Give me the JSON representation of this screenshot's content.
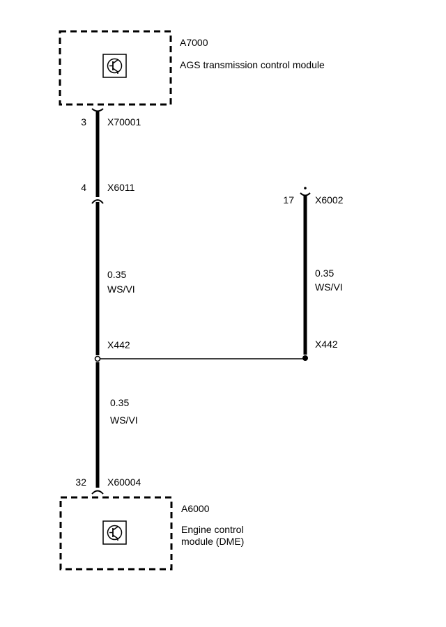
{
  "modules": {
    "top": {
      "code": "A7000",
      "name": "AGS transmission control module",
      "icon": "transistor-icon"
    },
    "bottom": {
      "code": "A6000",
      "name": "Engine control\nmodule (DME)",
      "icon": "transistor-icon"
    }
  },
  "connectors": {
    "top_module": {
      "pin": "3",
      "id": "X70001"
    },
    "inline": {
      "pin": "4",
      "id": "X6011"
    },
    "right_branch": {
      "pin": "17",
      "id": "X6002"
    },
    "bottom_module": {
      "pin": "32",
      "id": "X60004"
    }
  },
  "splices": {
    "left": "X442",
    "right": "X442"
  },
  "wires": {
    "upper_left": {
      "gauge": "0.35",
      "color": "WS/VI"
    },
    "right": {
      "gauge": "0.35",
      "color": "WS/VI"
    },
    "lower_left": {
      "gauge": "0.35",
      "color": "WS/VI"
    }
  },
  "colors": {
    "ink": "#000000",
    "background": "#ffffff"
  }
}
